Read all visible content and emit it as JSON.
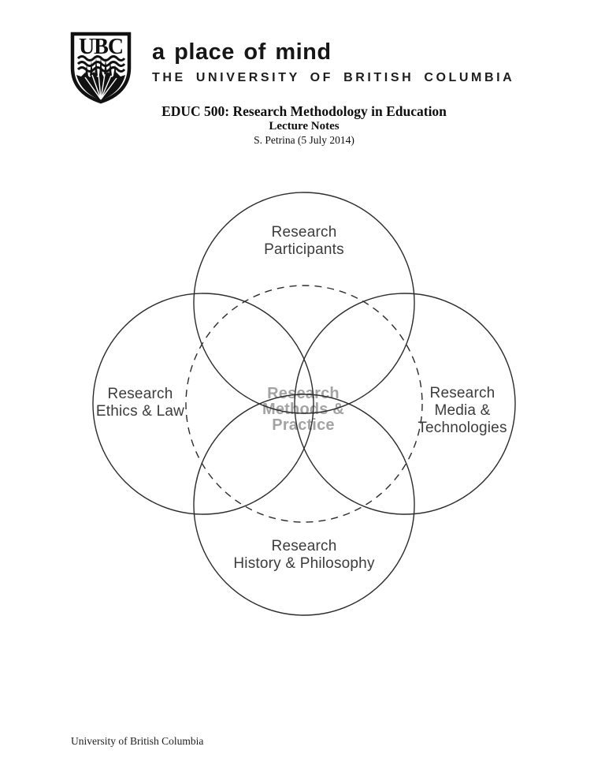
{
  "header": {
    "logo_text": "UBC",
    "tagline": "a place of mind",
    "institution": "THE UNIVERSITY OF BRITISH COLUMBIA"
  },
  "title_block": {
    "course_title": "EDUC 500: Research Methodology in Education",
    "subtitle": "Lecture Notes",
    "byline": "S. Petrina (5 July 2014)"
  },
  "diagram": {
    "type": "venn",
    "description": "Four solid overlapping circles (top, left, right, bottom) with a dashed circle through the middle",
    "top_circle": {
      "lines": [
        "Research",
        "Participants"
      ]
    },
    "left_circle": {
      "lines": [
        "Research",
        "Ethics & Law"
      ]
    },
    "right_circle": {
      "lines": [
        "Research",
        "Media &",
        "Technologies"
      ]
    },
    "bottom_circle": {
      "lines": [
        "Research",
        "History & Philosophy"
      ]
    },
    "center_circle": {
      "lines": [
        "Research",
        "Methods &",
        "Practice"
      ]
    },
    "colors": {
      "circle_stroke": "#2b2b2b",
      "label_text": "#3c3c3c",
      "center_label_text": "#a3a3a3"
    }
  },
  "footer": {
    "text": "University of British Columbia"
  }
}
